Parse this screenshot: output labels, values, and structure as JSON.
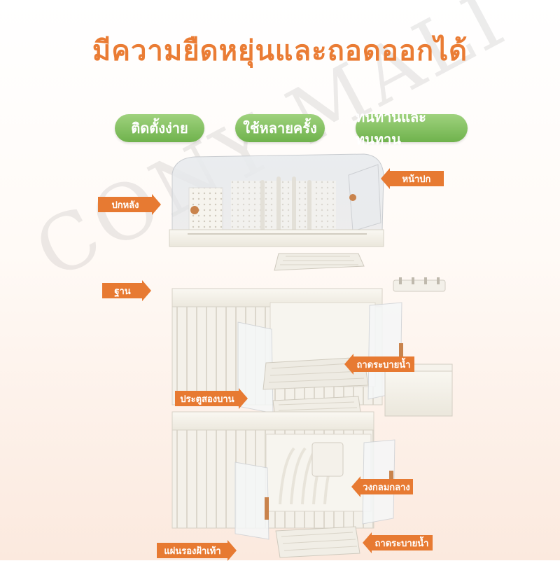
{
  "title": "มีความยืดหยุ่นและถอดออกได้",
  "features": [
    "ติดตั้งง่าย",
    "ใช้หลายครั้ง",
    "ทนทานและทนทาน"
  ],
  "callouts": {
    "front_cover": "หน้าปก",
    "back_cover": "ปกหลัง",
    "base": "ฐาน",
    "drain_tray_top": "ถาดระบายน้ำ",
    "double_door": "ประตูสองบาน",
    "middle_ring": "วงกลมกลาง",
    "drain_tray_bottom": "ถาดระบายน้ำ",
    "bottom_pad": "แผ่นรองฝ้าเท้า"
  },
  "watermark": "CONY MALI",
  "colors": {
    "accent": "#e77a32",
    "title": "#ea7c34",
    "pill": "#7bbd57"
  }
}
